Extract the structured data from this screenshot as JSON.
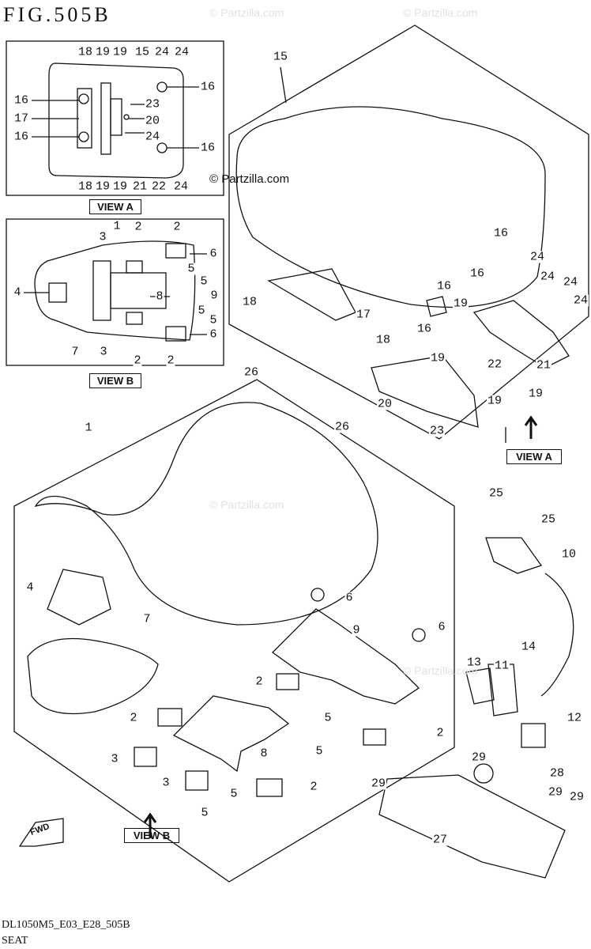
{
  "figure_title": "FIG.505B",
  "copyright": "© Partzilla.com",
  "watermark": "© Partzilla.com",
  "view_a_label": "VIEW A",
  "view_b_label": "VIEW B",
  "fwd_label": "FWD",
  "footer": {
    "code": "DL1050M5_E03_E28_505B",
    "name": "SEAT"
  },
  "callouts": [
    "18",
    "19",
    "19",
    "15",
    "24",
    "24",
    "16",
    "17",
    "16",
    "16",
    "23",
    "20",
    "24",
    "16",
    "18",
    "19",
    "19",
    "21",
    "22",
    "24",
    "1",
    "3",
    "2",
    "2",
    "6",
    "5",
    "5",
    "9",
    "4",
    "8",
    "5",
    "5",
    "6",
    "7",
    "3",
    "2",
    "2",
    "15",
    "16",
    "16",
    "24",
    "24",
    "24",
    "24",
    "16",
    "19",
    "16",
    "19",
    "22",
    "21",
    "18",
    "17",
    "18",
    "26",
    "20",
    "19",
    "19",
    "26",
    "23",
    "1",
    "4",
    "6",
    "7",
    "9",
    "6",
    "2",
    "5",
    "2",
    "8",
    "5",
    "2",
    "3",
    "3",
    "5",
    "2",
    "5",
    "25",
    "25",
    "10",
    "14",
    "13",
    "11",
    "12",
    "29",
    "28",
    "29",
    "29",
    "29",
    "27"
  ]
}
